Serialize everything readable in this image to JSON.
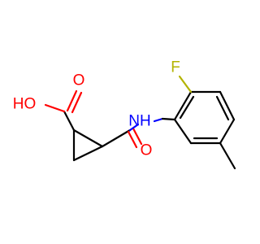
{
  "molecule": {
    "atoms": {
      "hydroxyl": {
        "label": "HO",
        "color": "#ff0000"
      },
      "acid_carbonyl_o": {
        "label": "O",
        "color": "#ff0000"
      },
      "amide_nh": {
        "label": "NH",
        "color": "#0000ff"
      },
      "amide_carbonyl_o": {
        "label": "O",
        "color": "#ff0000"
      },
      "fluorine": {
        "label": "F",
        "color": "#b3b300"
      }
    },
    "bond_color": "#000000"
  }
}
